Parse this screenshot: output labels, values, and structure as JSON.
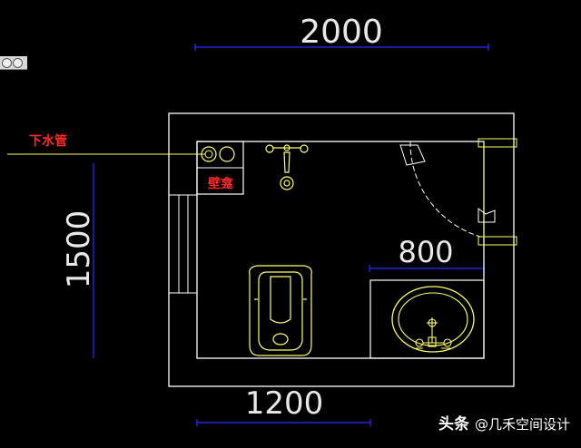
{
  "dimensions": {
    "top_width": "2000",
    "left_height": "1500",
    "bottom_width": "1200",
    "basin_width": "800"
  },
  "labels": {
    "drain_pipe": "下水管",
    "wall_niche": "壁龛"
  },
  "watermark": {
    "brand": "头条",
    "account": "@几禾空间设计"
  },
  "colors": {
    "background": "#000000",
    "fixture_lines": "#ffff66",
    "room_outline": "#ffffff",
    "dimension_lines": "#2233ff",
    "label_text": "#ff2a2a",
    "door_swing": "#ffffff"
  }
}
